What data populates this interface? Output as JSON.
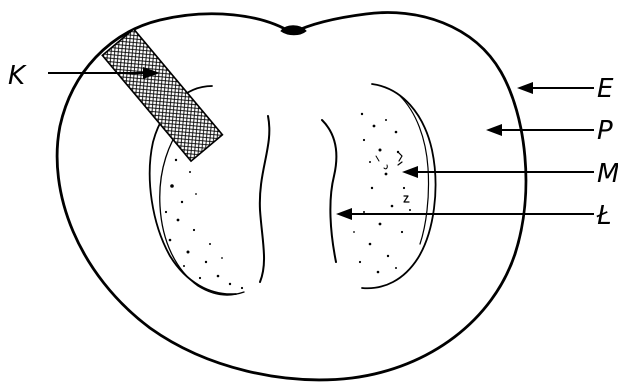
{
  "labels": {
    "k": "K",
    "e": "E",
    "p": "P",
    "m": "M",
    "l": "Ł"
  }
}
